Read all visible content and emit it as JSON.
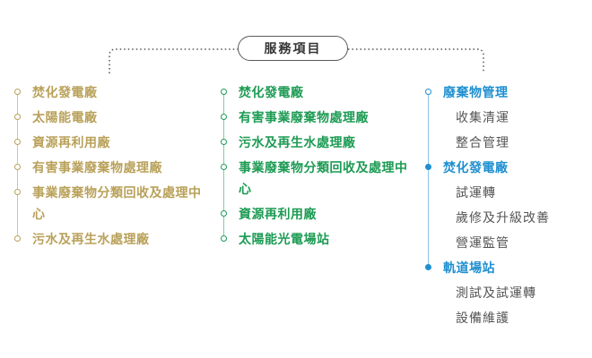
{
  "title": "服務項目",
  "colors": {
    "gold": "#b9a15a",
    "green": "#1d9b54",
    "blue": "#1f8fd0",
    "connector": "#555555"
  },
  "column1": {
    "items": [
      "焚化發電廠",
      "太陽能電廠",
      "資源再利用廠",
      "有害事業廢棄物處理廠",
      "事業廢棄物分類回收及處理中心",
      "污水及再生水處理廠"
    ]
  },
  "column2": {
    "items": [
      "焚化發電廠",
      "有害事業廢棄物處理廠",
      "污水及再生水處理廠",
      "事業廢棄物分類回收及處理中心",
      "資源再利用廠",
      "太陽能光電場站"
    ]
  },
  "column3": {
    "groups": [
      {
        "label": "廢棄物管理",
        "subs": [
          "收集清運",
          "整合管理"
        ]
      },
      {
        "label": "焚化發電廠",
        "subs": [
          "試運轉",
          "歲修及升級改善",
          "營運監管"
        ]
      },
      {
        "label": "軌道場站",
        "subs": [
          "測試及試運轉",
          "設備維護"
        ]
      }
    ]
  }
}
